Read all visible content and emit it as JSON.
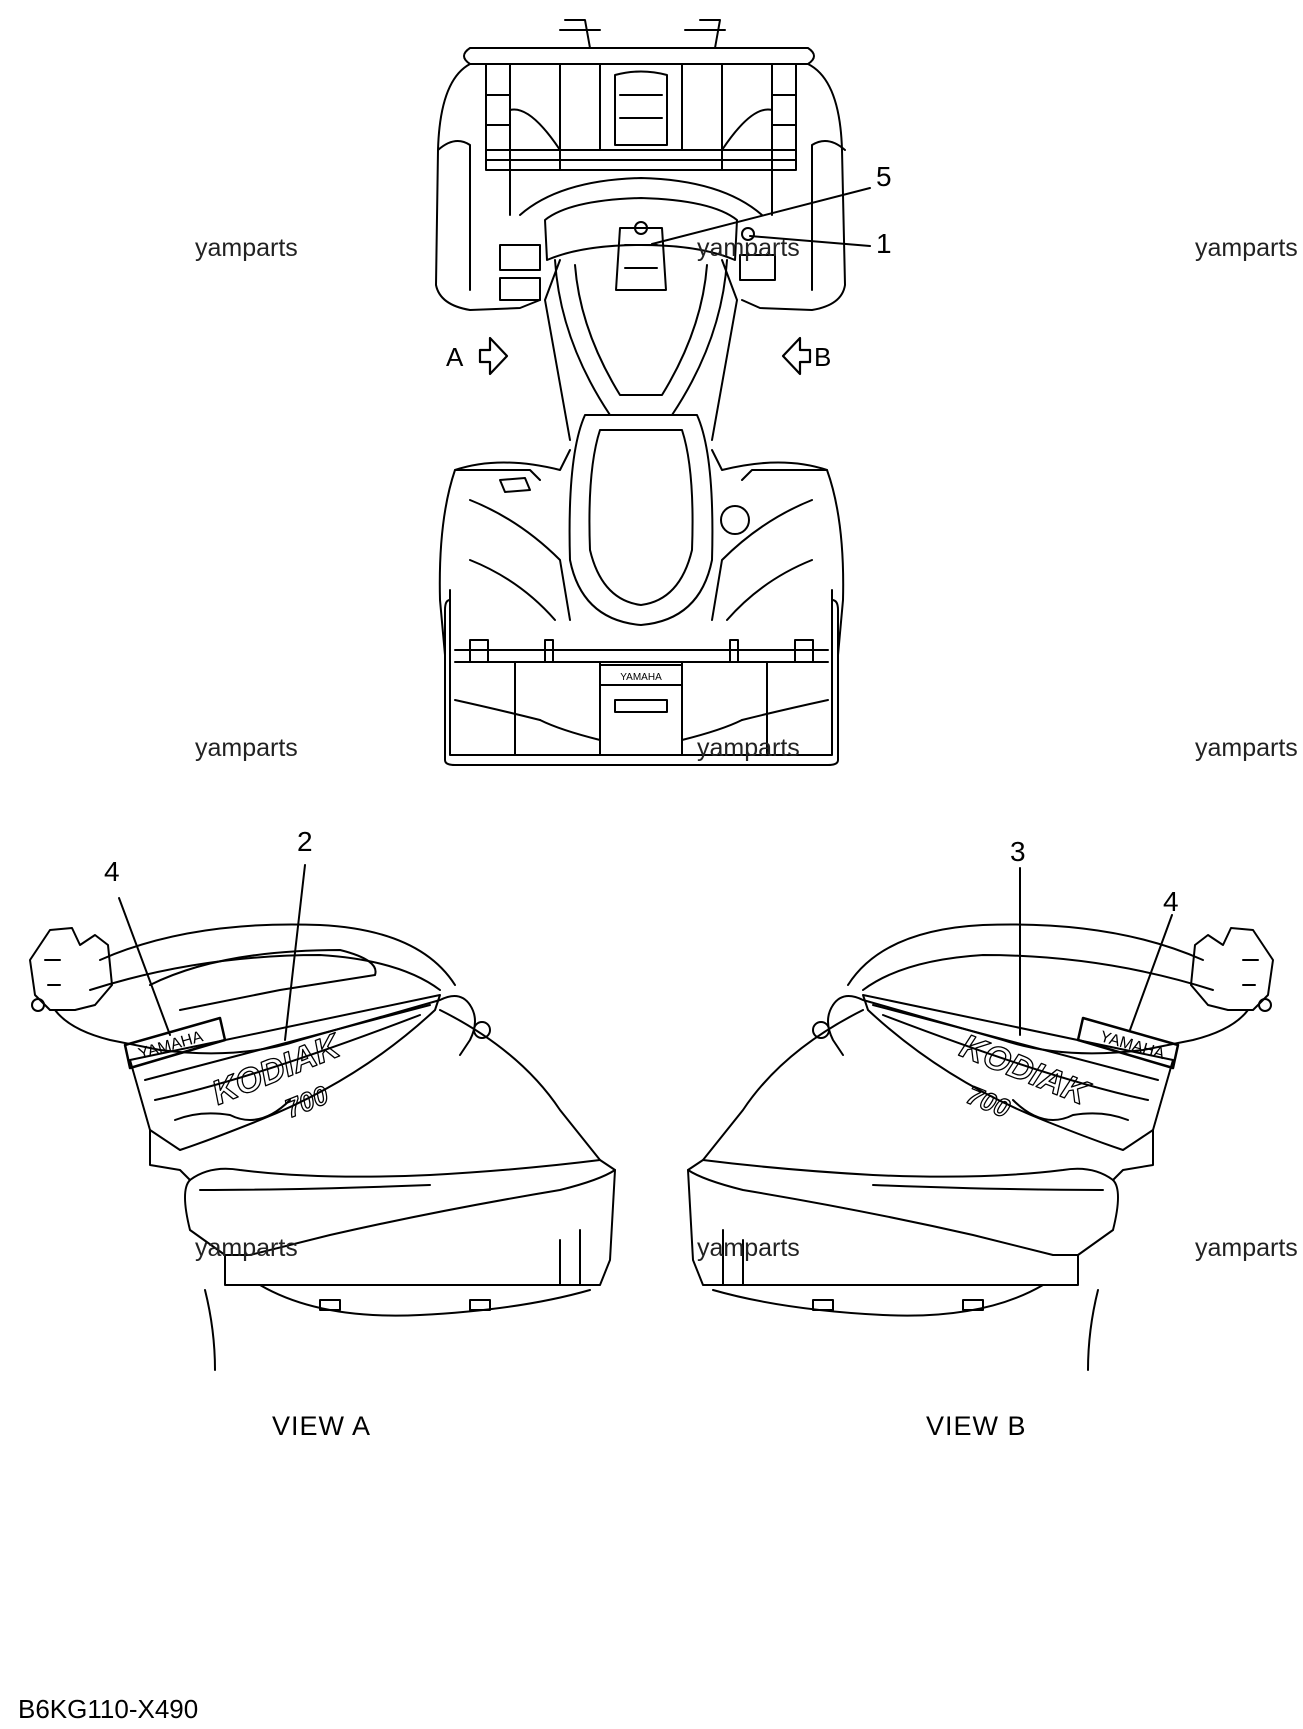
{
  "callouts": {
    "c1": "1",
    "c2": "2",
    "c3": "3",
    "c4a": "4",
    "c4b": "4",
    "c5": "5"
  },
  "arrows": {
    "a": "A",
    "b": "B"
  },
  "views": {
    "a": "VIEW A",
    "b": "VIEW B"
  },
  "watermark": "yamparts",
  "decal_texts": {
    "brand": "YAMAHA",
    "model": "KODIAK",
    "number": "700"
  },
  "diagram_code": "B6KG110-X490",
  "colors": {
    "line": "#000000",
    "background": "#ffffff"
  }
}
